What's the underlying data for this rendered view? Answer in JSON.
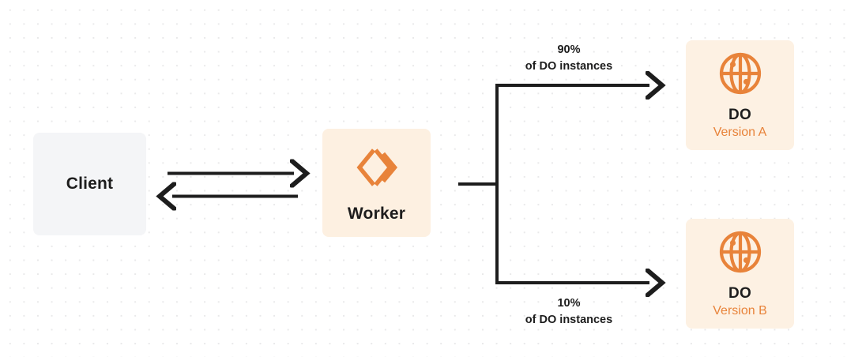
{
  "diagram": {
    "nodes": {
      "client": {
        "title": "Client",
        "icon": "none"
      },
      "worker": {
        "title": "Worker",
        "icon": "cloudflare-workers-icon"
      },
      "do_a": {
        "title": "DO",
        "subtitle": "Version A",
        "icon": "globe-icon"
      },
      "do_b": {
        "title": "DO",
        "subtitle": "Version B",
        "icon": "globe-icon"
      }
    },
    "edges": {
      "client_to_worker": {
        "direction": "right",
        "label": ""
      },
      "worker_to_client": {
        "direction": "left",
        "label": ""
      },
      "worker_to_do_a": {
        "percent": "90%",
        "description": "of DO instances"
      },
      "worker_to_do_b": {
        "percent": "10%",
        "description": "of DO instances"
      }
    },
    "colors": {
      "accent_orange": "#e8833a",
      "worker_box": "#fdf0e1",
      "do_box": "#fdf1e3",
      "client_box": "#f4f5f7",
      "line": "#1d1d1d",
      "text": "#1d1d1d",
      "background": "#ffffff",
      "grid_dot": "#e9e9ea"
    }
  }
}
